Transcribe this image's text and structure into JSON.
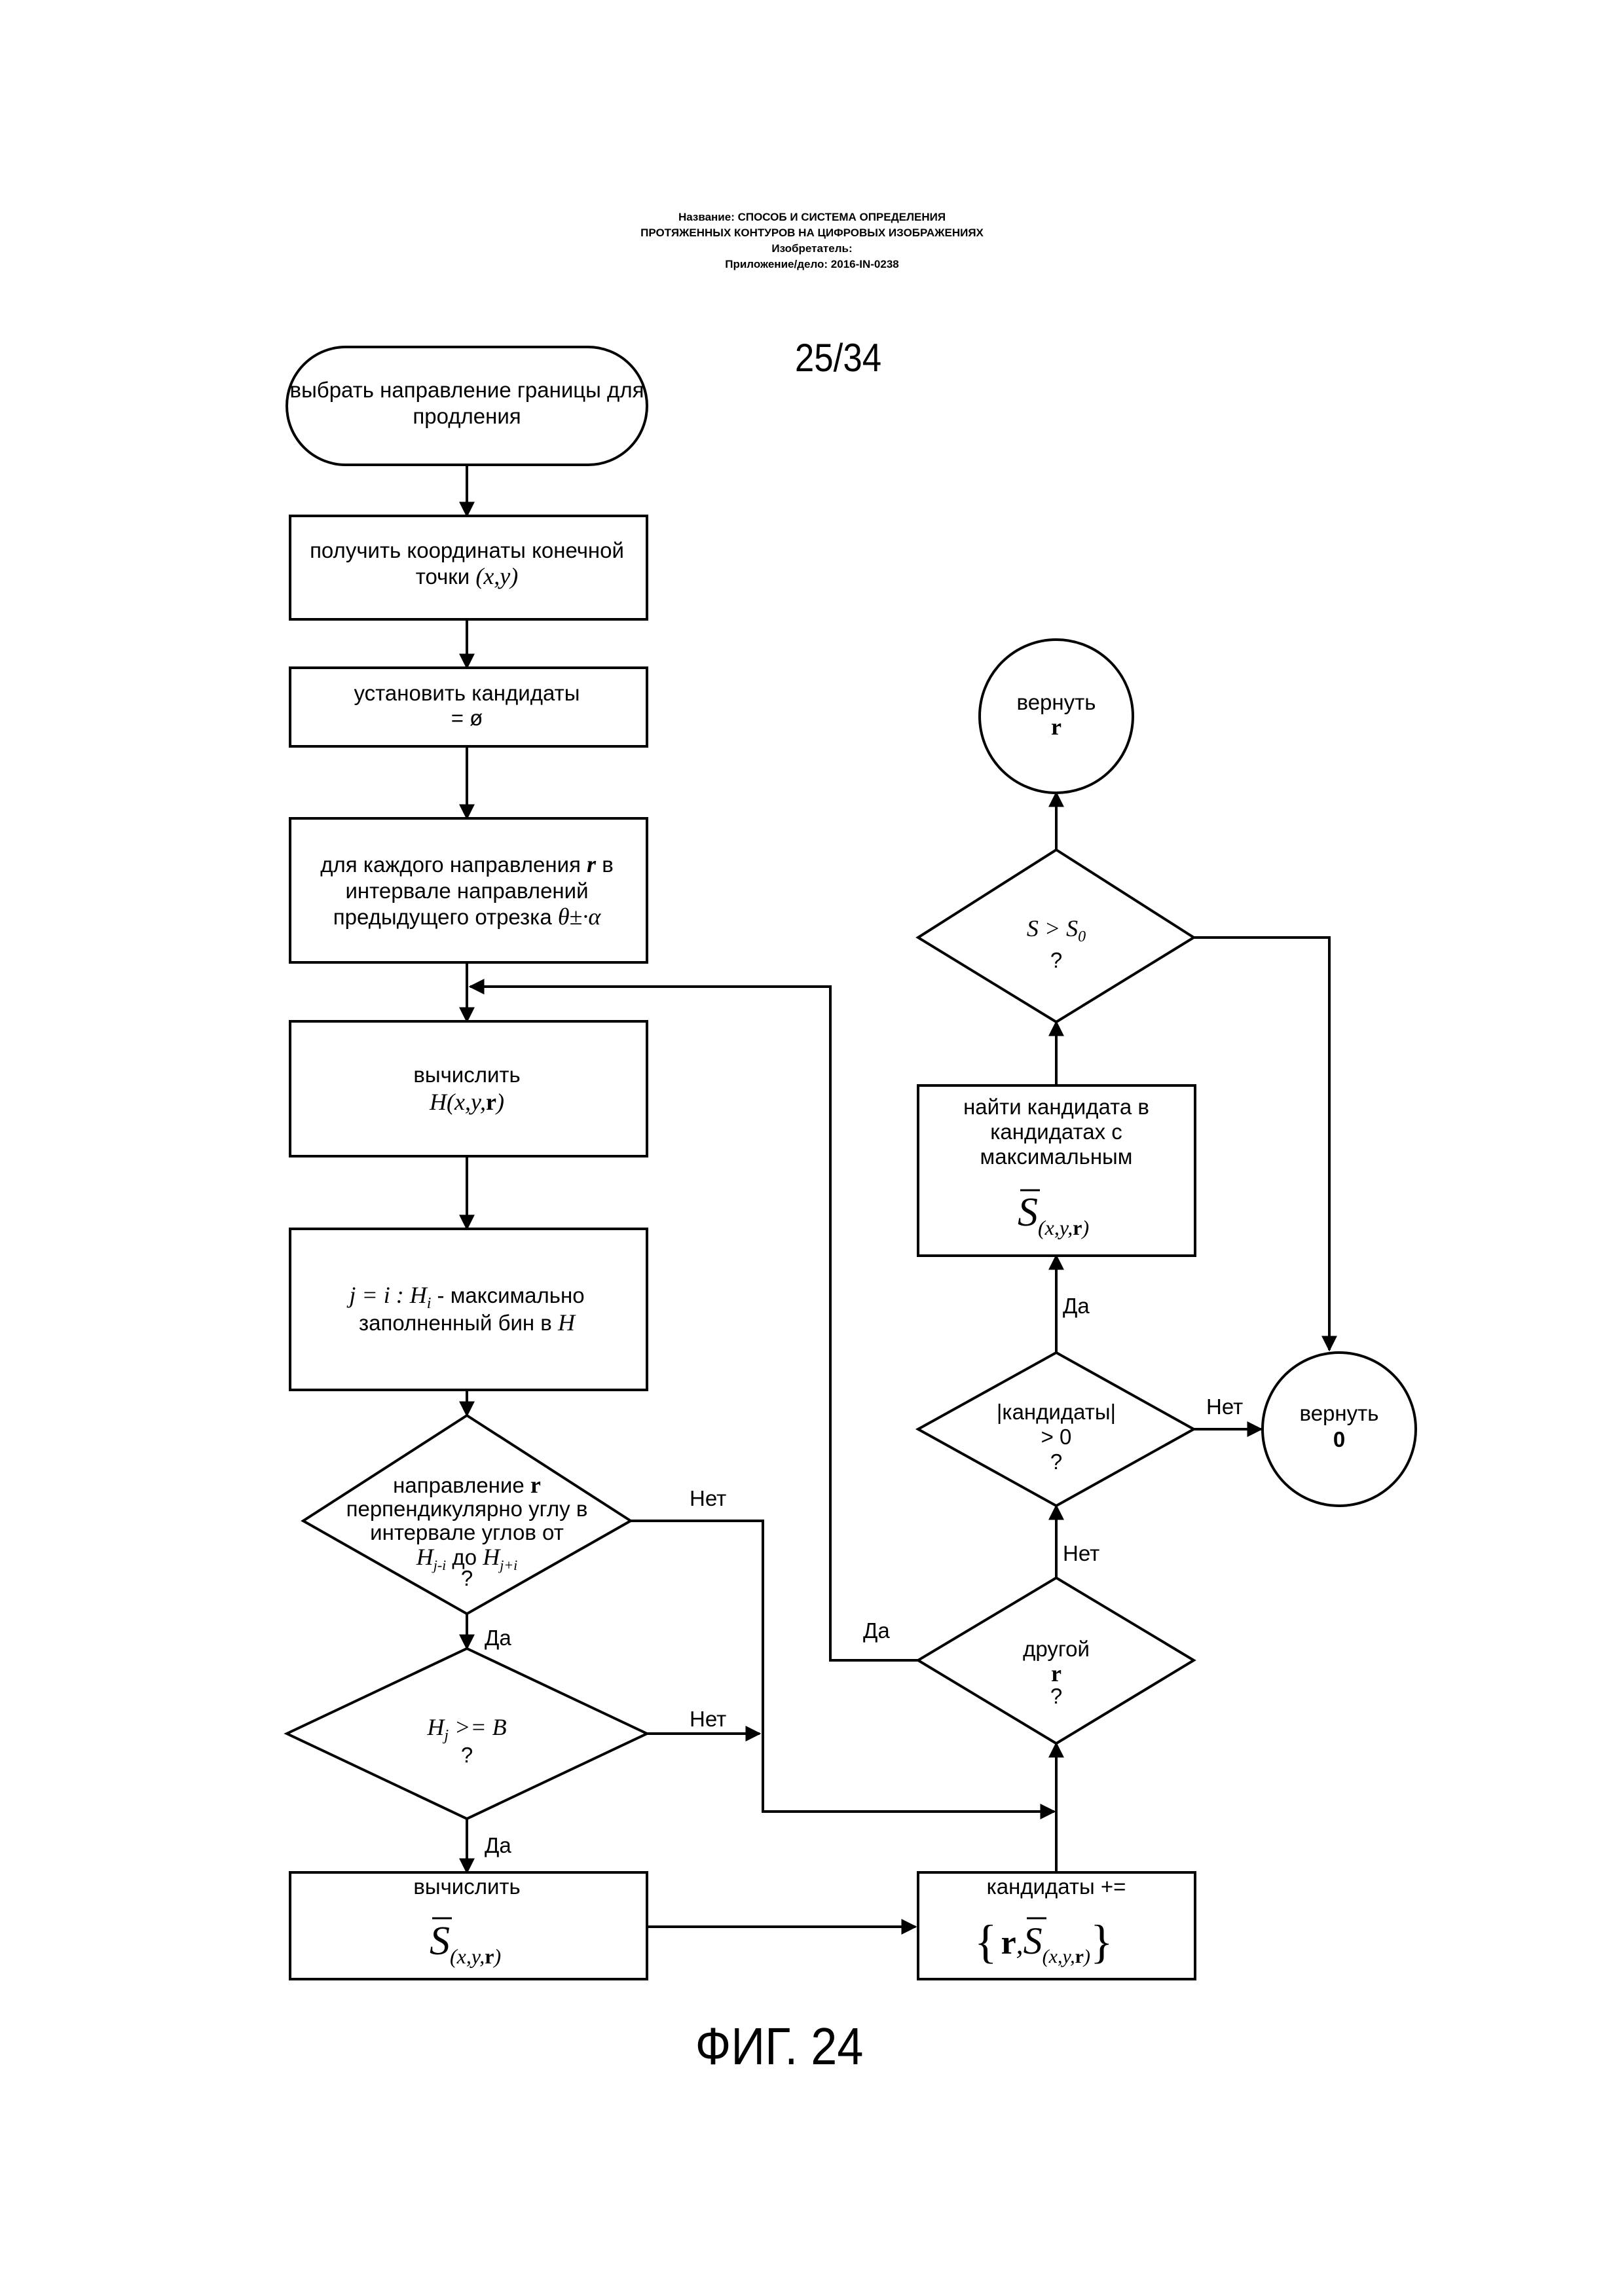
{
  "header": {
    "title_line1": "Название:  СПОСОБ И СИСТЕМА ОПРЕДЕЛЕНИЯ",
    "title_line2": "ПРОТЯЖЕННЫХ КОНТУРОВ НА ЦИФРОВЫХ ИЗОБРАЖЕНИЯХ",
    "inventor": "Изобретатель:",
    "application": "Приложение/дело:  2016-IN-0238"
  },
  "sheet_number": "25/34",
  "figure_caption": "ФИГ. 24",
  "nodes": {
    "start": {
      "line1": "выбрать направление границы для",
      "line2": "продления"
    },
    "get_coords": {
      "line1": "получить координаты конечной",
      "line2_text": "точки ",
      "line2_math": "(x,y)"
    },
    "set_candidates": {
      "line1": "установить кандидаты",
      "line2": "= ø"
    },
    "loop": {
      "line1_text": "для каждого направления ",
      "line1_var": "r",
      "line1_end": " в",
      "line2": "интервале направлений",
      "line3_text": "предыдущего отрезка ",
      "line3_math": "θ±·α"
    },
    "compute_h": {
      "line1": "вычислить",
      "line2_math": "H(x,y,",
      "line2_bold": "r",
      "line2_end": ")"
    },
    "max_bin": {
      "line1_math": "j = i : H",
      "line1_sub": "i",
      "line1_text": " - максимально",
      "line2_text": "заполненный бин в ",
      "line2_math": "H"
    },
    "perp_check": {
      "line1_text": "направление ",
      "line1_bold": "r",
      "line2": "перпендикулярно углу в",
      "line3": "интервале углов от",
      "line4_a": "H",
      "line4_a_sub": "j-i",
      "line4_mid": " до ",
      "line4_b": "H",
      "line4_b_sub": "j+i",
      "q": "?"
    },
    "threshold": {
      "expr_a": "H",
      "expr_sub": "j",
      "expr_b": " >= B",
      "q": "?"
    },
    "compute_s": {
      "line1": "вычислить",
      "s": "S",
      "sub": "(x,y,",
      "sub_bold": "r",
      "sub_end": ")"
    },
    "add_candidate": {
      "line1": "кандидаты +=",
      "brace_open": "{",
      "r": "r",
      "comma": ",",
      "s": "S",
      "sub": "(x,y,",
      "sub_bold": "r",
      "sub_end": ")",
      "brace_close": "}"
    },
    "other_r": {
      "line1": "другой",
      "line2": "r",
      "q": "?"
    },
    "count_check": {
      "line1": "|кандидаты|",
      "line2": "> 0",
      "q": "?"
    },
    "find_max": {
      "line1": "найти кандидата в",
      "line2": "кандидатах с",
      "line3": "максимальным",
      "s": "S",
      "sub": "(x,y,",
      "sub_bold": "r",
      "sub_end": ")"
    },
    "compare": {
      "expr_a": "S > S",
      "expr_sub": "0",
      "q": "?"
    },
    "return_r": {
      "line1": "вернуть",
      "line2": "r"
    },
    "return_0": {
      "line1": "вернуть",
      "line2": "0"
    }
  },
  "edge_labels": {
    "perp_no": "Нет",
    "perp_yes": "Да",
    "threshold_no": "Нет",
    "threshold_yes": "Да",
    "other_yes": "Да",
    "other_no": "Нет",
    "count_no": "Нет",
    "count_yes": "Да"
  }
}
